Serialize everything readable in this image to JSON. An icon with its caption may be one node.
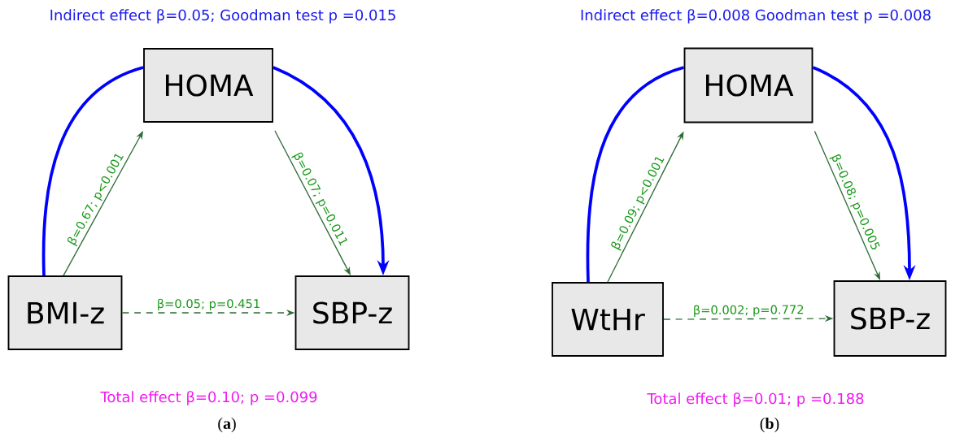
{
  "diagram": {
    "nodes": [
      {
        "text": [
          "HOMA"
        ]
      },
      {
        "text": [
          "BMI-z"
        ]
      },
      {
        "text": [
          "SBP-z"
        ]
      },
      {
        "text": [
          "HOMA"
        ]
      },
      {
        "text": [
          "WtHr"
        ]
      },
      {
        "text": [
          "SBP-z"
        ]
      }
    ],
    "edges": [
      {
        "from": 1,
        "to": 0,
        "arrow": "none",
        "style": "thick",
        "color": "#0000ff"
      },
      {
        "from": 0,
        "to": 2,
        "arrow": "to",
        "style": "thick",
        "color": "#0000ff"
      },
      {
        "from": 1,
        "to": 0,
        "arrow": "to",
        "label": "β=0.67; p<0.001"
      },
      {
        "from": 0,
        "to": 2,
        "arrow": "to",
        "label": "β=0.07; p=0.011"
      },
      {
        "from": 1,
        "to": 2,
        "arrow": "to",
        "style": "dashed",
        "label": "β=0.05;  p=0.451"
      },
      {
        "from": 4,
        "to": 3,
        "arrow": "none",
        "style": "thick",
        "color": "#0000ff"
      },
      {
        "from": 3,
        "to": 5,
        "arrow": "to",
        "style": "thick",
        "color": "#0000ff"
      },
      {
        "from": 4,
        "to": 3,
        "arrow": "to",
        "label": "β=0.09; p<0.001"
      },
      {
        "from": 3,
        "to": 5,
        "arrow": "to",
        "label": "β=0.08; p=0.005"
      },
      {
        "from": 4,
        "to": 5,
        "arrow": "to",
        "style": "dashed",
        "label": "β=0.002;  p=0.772"
      }
    ],
    "labels": [
      "Indirect effect β=0.05; Goodman test p =0.015",
      "Indirect effect β=0.008 Goodman test p =0.008",
      "Total effect β=0.10; p =0.099",
      "Total effect β=0.01; p =0.188",
      "(**a**)",
      "(**b**)"
    ]
  }
}
